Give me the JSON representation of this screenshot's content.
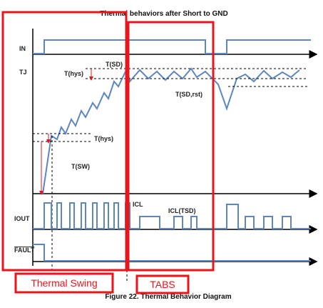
{
  "diagram": {
    "title": "Thermal behaviors after Short to GND",
    "figure_caption": "Figure 22.  Thermal Behavior Diagram",
    "signals": {
      "in": "IN",
      "tj": "TJ",
      "iout": "IOUT",
      "fault": "FAULT"
    },
    "annotations": {
      "t_sd": "T(SD)",
      "t_hys_top": "T(hys)",
      "t_sd_rst": "T(SD,rst)",
      "t_hys_mid": "T(hys)",
      "t_sw": "T(SW)",
      "i_cl": "ICL",
      "i_cl_tsd": "ICL(TSD)"
    },
    "regions": {
      "thermal_swing": "Thermal Swing",
      "tabs": "TABS"
    },
    "colors": {
      "signal": "#5b86c2",
      "highlight": "#e8151b",
      "axis": "#000000"
    }
  }
}
